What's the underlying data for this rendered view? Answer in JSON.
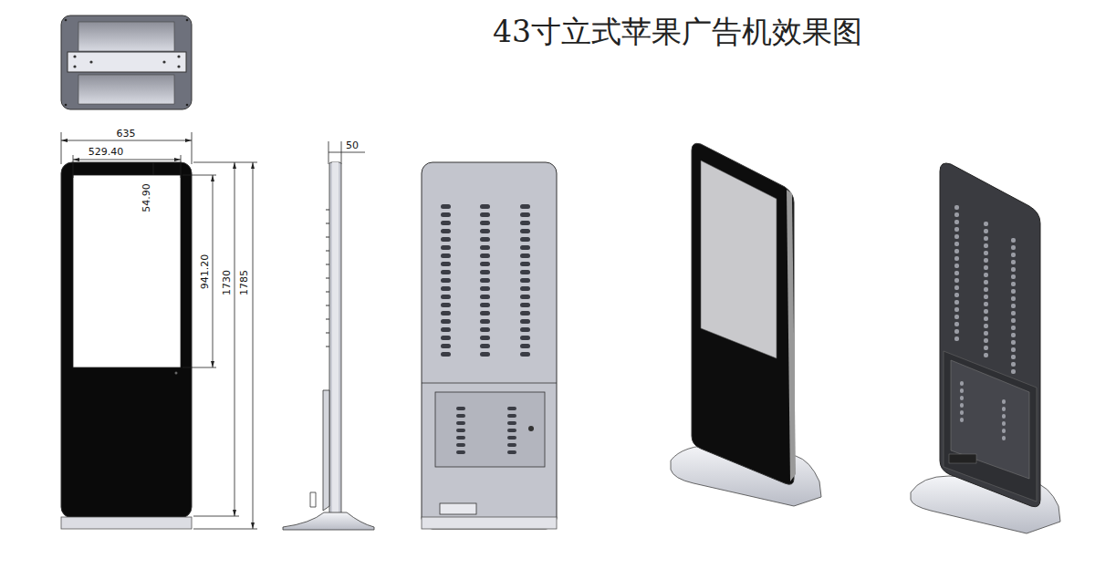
{
  "diagram": {
    "title": "43寸立式苹果广告机效果图",
    "labels": [
      "635",
      "529.40",
      "54.90",
      "941.20",
      "1730",
      "1785",
      "50"
    ]
  }
}
